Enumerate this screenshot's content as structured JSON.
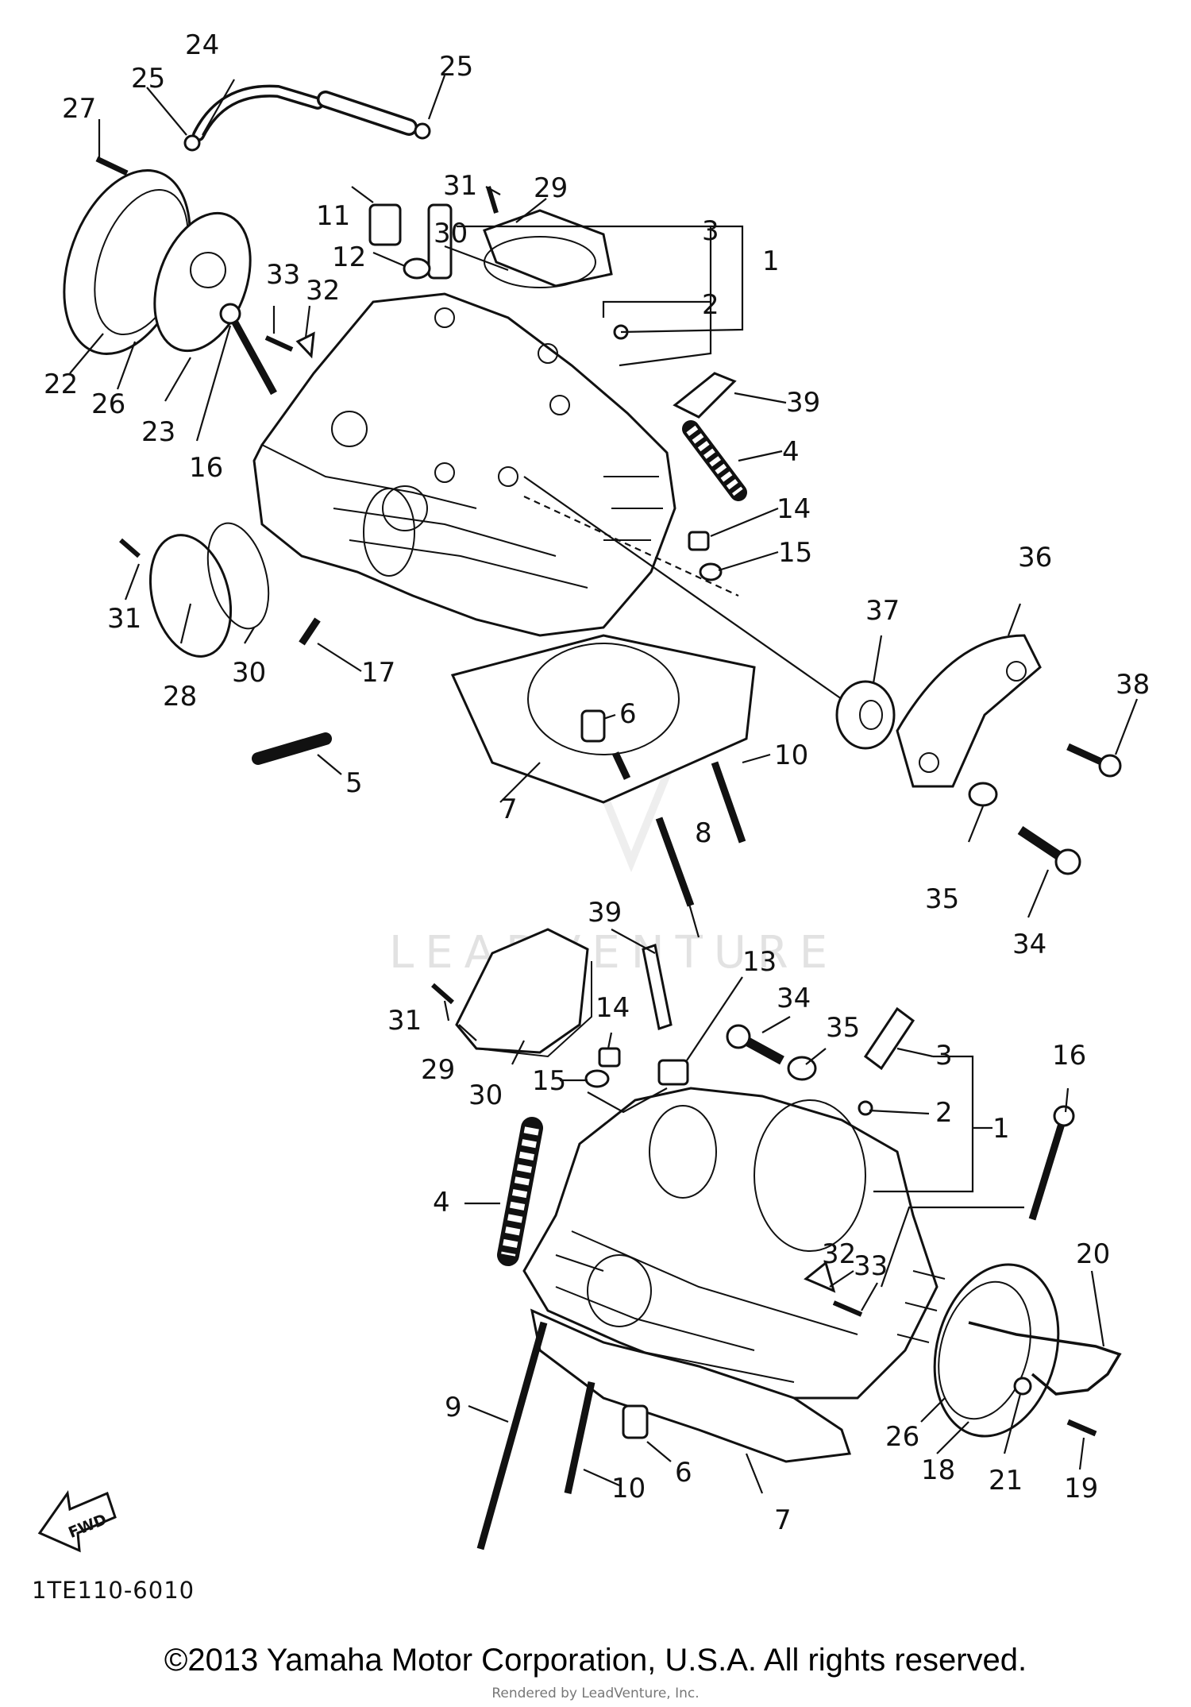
{
  "watermark": "LEADVENTURE",
  "fwd_label": "FWD",
  "diagram_code": "1TE110-6010",
  "copyright": "©2013 Yamaha Motor Corporation, U.S.A. All rights reserved.",
  "rendered_by": "Rendered by LeadVenture, Inc.",
  "callouts_top": [
    "24",
    "25",
    "25",
    "27",
    "31",
    "29",
    "11",
    "3",
    "30",
    "12",
    "2",
    "1",
    "33",
    "32",
    "22",
    "26",
    "23",
    "39",
    "16",
    "4",
    "14",
    "15",
    "36",
    "31",
    "37",
    "30",
    "28",
    "17",
    "38",
    "6",
    "10",
    "5",
    "7",
    "8",
    "35",
    "34"
  ],
  "callouts_bottom": [
    "39",
    "13",
    "31",
    "14",
    "34",
    "35",
    "3",
    "16",
    "29",
    "30",
    "15",
    "2",
    "1",
    "4",
    "32",
    "33",
    "20",
    "9",
    "26",
    "6",
    "10",
    "18",
    "21",
    "19",
    "7"
  ]
}
